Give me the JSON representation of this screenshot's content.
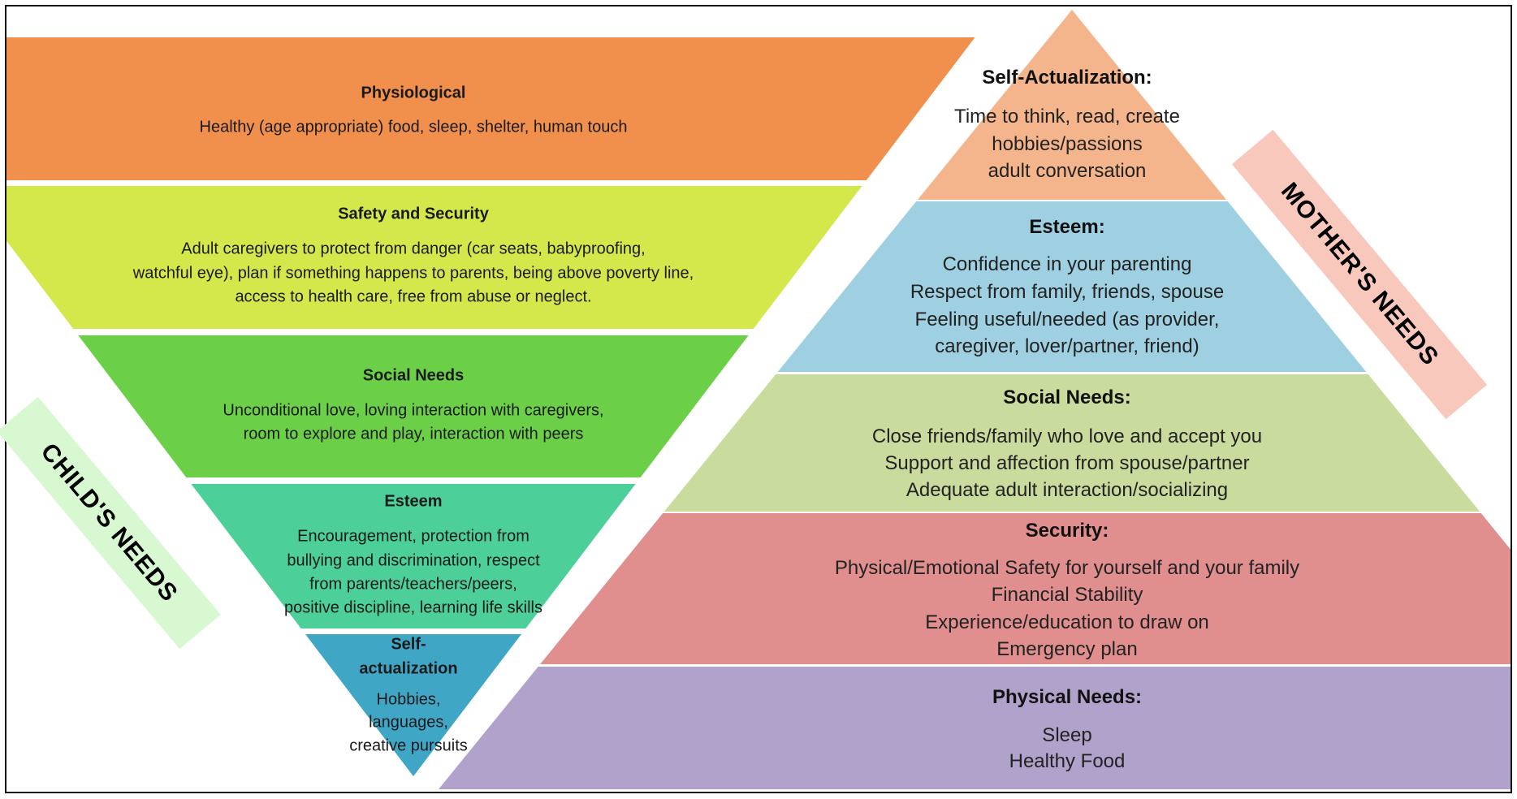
{
  "child": {
    "label": "CHILD'S NEEDS",
    "levels": [
      {
        "title": "Physiological",
        "lines": [
          "Healthy (age appropriate) food, sleep, shelter, human touch"
        ],
        "color": "#f0904c"
      },
      {
        "title": "Safety and Security",
        "lines": [
          "Adult caregivers to protect from danger (car seats, babyproofing,",
          "watchful eye), plan if something happens to parents, being above poverty line,",
          "access to health care, free from abuse or neglect."
        ],
        "color": "#d4e84c"
      },
      {
        "title": "Social Needs",
        "lines": [
          "Unconditional love, loving interaction with caregivers,",
          "room to explore and play, interaction with peers"
        ],
        "color": "#6ccf48"
      },
      {
        "title": "Esteem",
        "lines": [
          "Encouragement, protection from",
          "bullying and discrimination, respect",
          "from parents/teachers/peers,",
          "positive discipline, learning life skills"
        ],
        "color": "#4ccf98"
      },
      {
        "title": "Self-",
        "title2": "actualization",
        "lines": [
          "Hobbies,",
          "languages,",
          "creative pursuits"
        ],
        "color": "#3fa6c6"
      }
    ]
  },
  "mother": {
    "label": "MOTHER'S NEEDS",
    "levels": [
      {
        "title": "Self-Actualization:",
        "lines": [
          "Time to think, read, create",
          "hobbies/passions",
          "adult conversation"
        ],
        "color": "#f5b58c"
      },
      {
        "title": "Esteem:",
        "lines": [
          "Confidence in your parenting",
          "Respect from family, friends, spouse",
          "Feeling useful/needed (as provider,",
          "caregiver, lover/partner, friend)"
        ],
        "color": "#9fd0e2"
      },
      {
        "title": "Social Needs:",
        "lines": [
          "Close friends/family who love and accept you",
          "Support and affection from spouse/partner",
          "Adequate adult interaction/socializing"
        ],
        "color": "#c9dc9e"
      },
      {
        "title": "Security:",
        "lines": [
          "Physical/Emotional Safety for yourself and your family",
          "Financial Stability",
          "Experience/education to draw on",
          "Emergency plan"
        ],
        "color": "#e08e8e"
      },
      {
        "title": "Physical Needs:",
        "lines": [
          "Sleep",
          "Healthy Food"
        ],
        "color": "#b1a2cc"
      }
    ]
  },
  "colors": {
    "child_tag": "#d8f8d2",
    "mother_tag": "#f9c8bc"
  }
}
